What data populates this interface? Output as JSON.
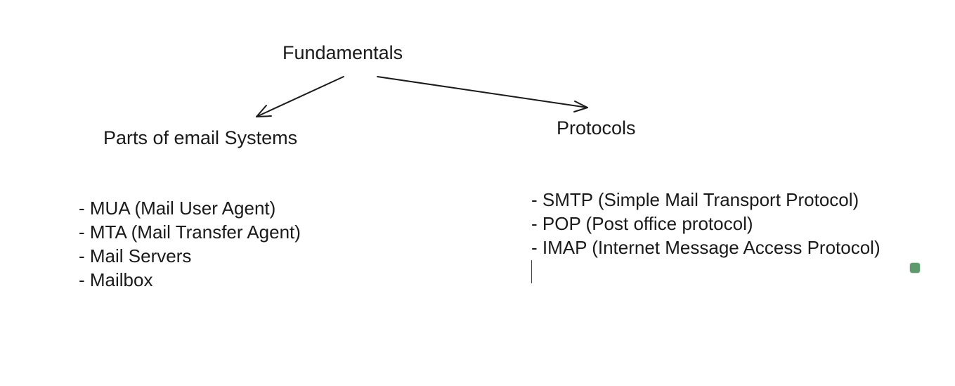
{
  "diagram": {
    "root": "Fundamentals",
    "left_branch": {
      "title": "Parts of email Systems",
      "items": [
        "- MUA (Mail User Agent)",
        "- MTA (Mail Transfer Agent)",
        "- Mail Servers",
        "- Mailbox"
      ]
    },
    "right_branch": {
      "title": "Protocols",
      "items": [
        "- SMTP (Simple Mail Transport Protocol)",
        "- POP (Post office protocol)",
        "- IMAP (Internet Message Access Protocol)"
      ]
    }
  },
  "colors": {
    "ink": "#1a1a1a",
    "background": "#ffffff",
    "pointer": "#5f9a6f"
  }
}
